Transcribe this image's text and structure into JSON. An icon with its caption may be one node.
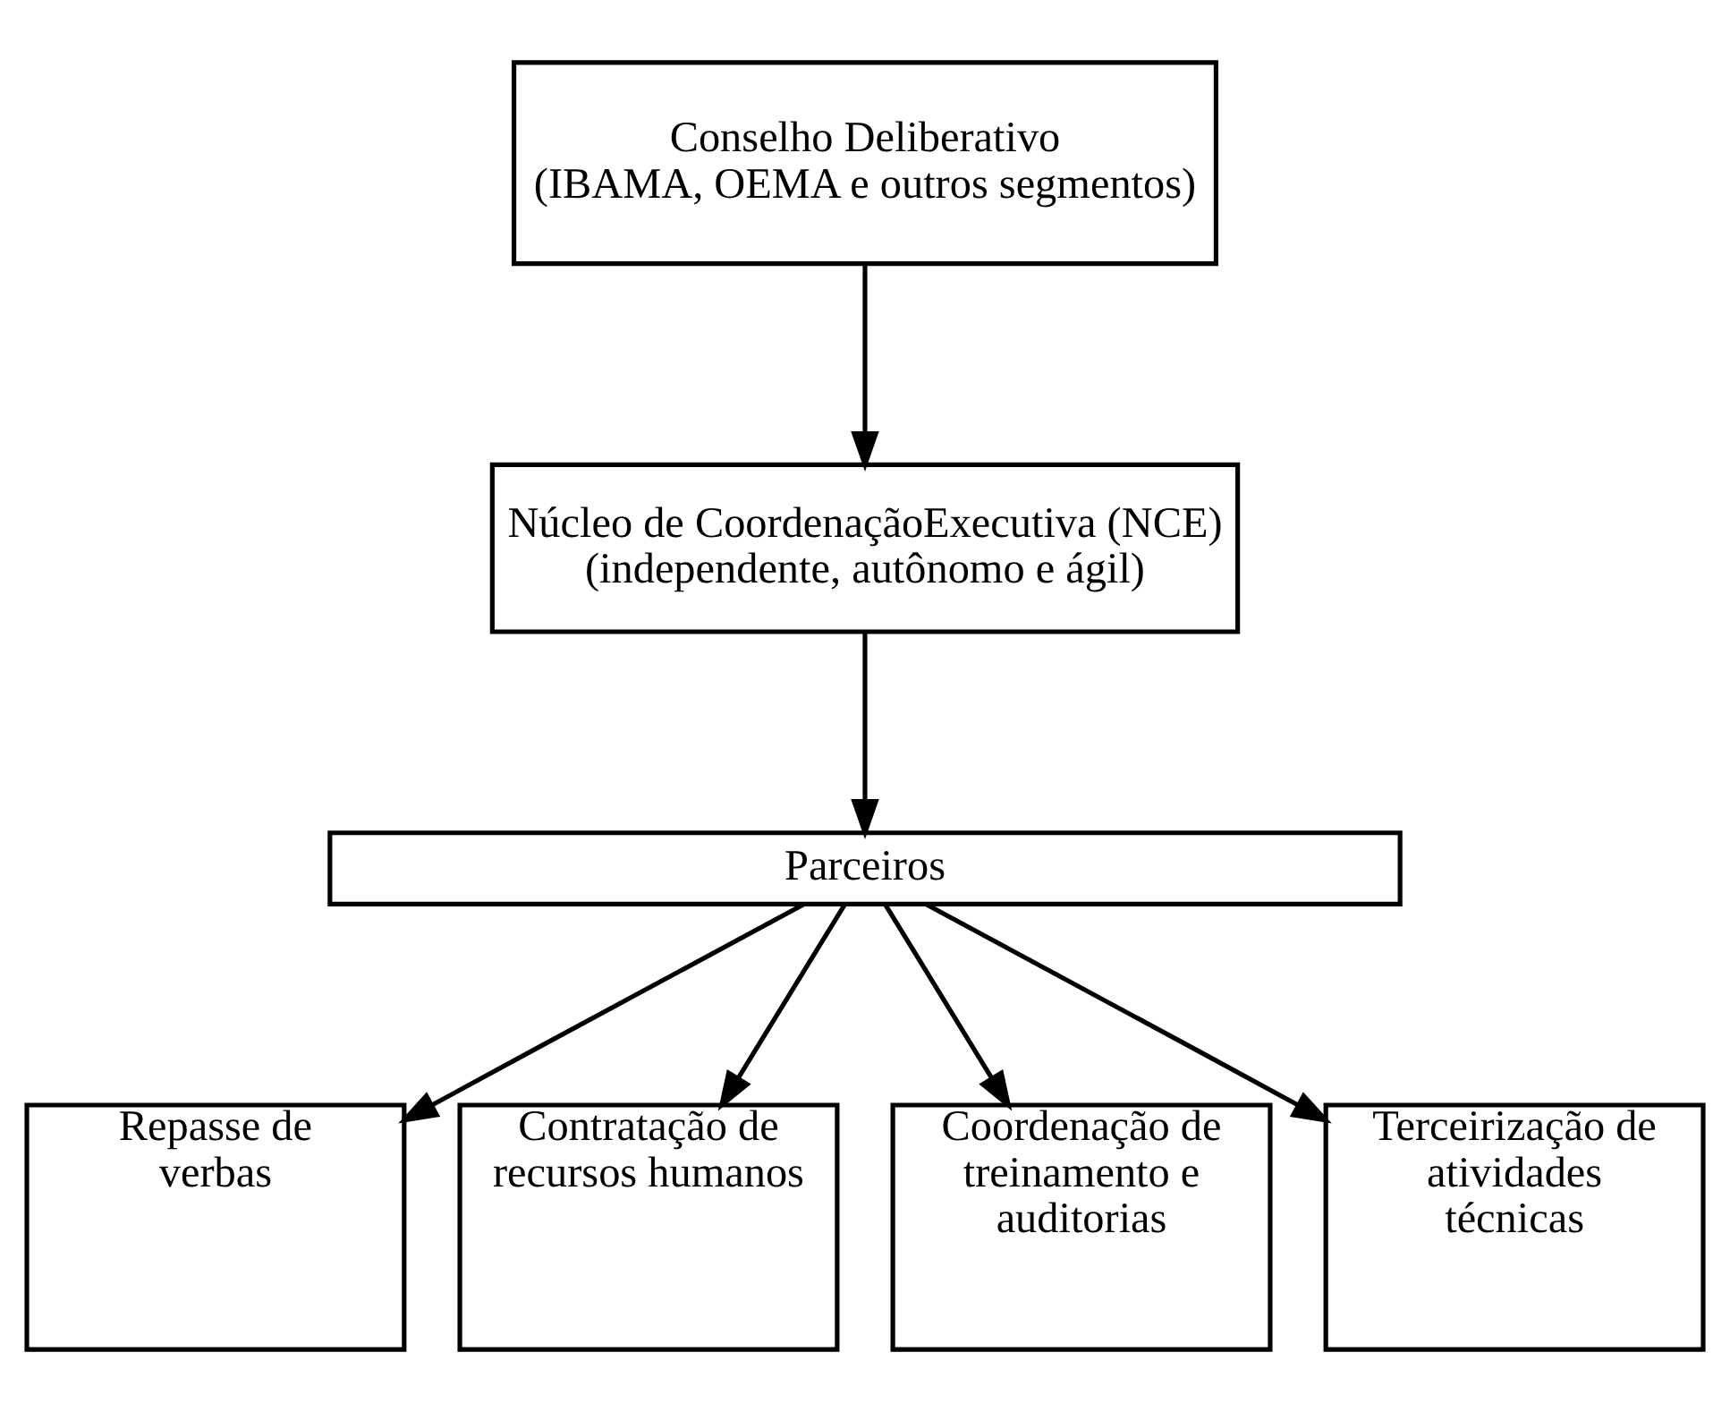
{
  "diagram": {
    "nodes": [
      {
        "text": [
          "Conselho Deliberativo",
          "(IBAMA, OEMA e outros segmentos)"
        ]
      },
      {
        "text": [
          "Núcleo de CoordenaçãoExecutiva (NCE)",
          "(independente, autônomo e ágil)"
        ]
      },
      {
        "text": [
          "Parceiros"
        ]
      },
      {
        "text": [
          "Repasse de verbas"
        ]
      },
      {
        "text": [
          "Contratação de recursos humanos"
        ]
      },
      {
        "text": [
          "Coordenação de treinamento e auditorias"
        ]
      },
      {
        "text": [
          "Terceirização de atividades técnicas"
        ]
      }
    ],
    "edges": [
      {
        "from": 0,
        "to": 1,
        "arrow": "to"
      },
      {
        "from": 1,
        "to": 2,
        "arrow": "to"
      },
      {
        "from": 2,
        "to": 3,
        "arrow": "to"
      },
      {
        "from": 2,
        "to": 4,
        "arrow": "to"
      },
      {
        "from": 2,
        "to": 5,
        "arrow": "to"
      },
      {
        "from": 2,
        "to": 6,
        "arrow": "to"
      }
    ]
  }
}
